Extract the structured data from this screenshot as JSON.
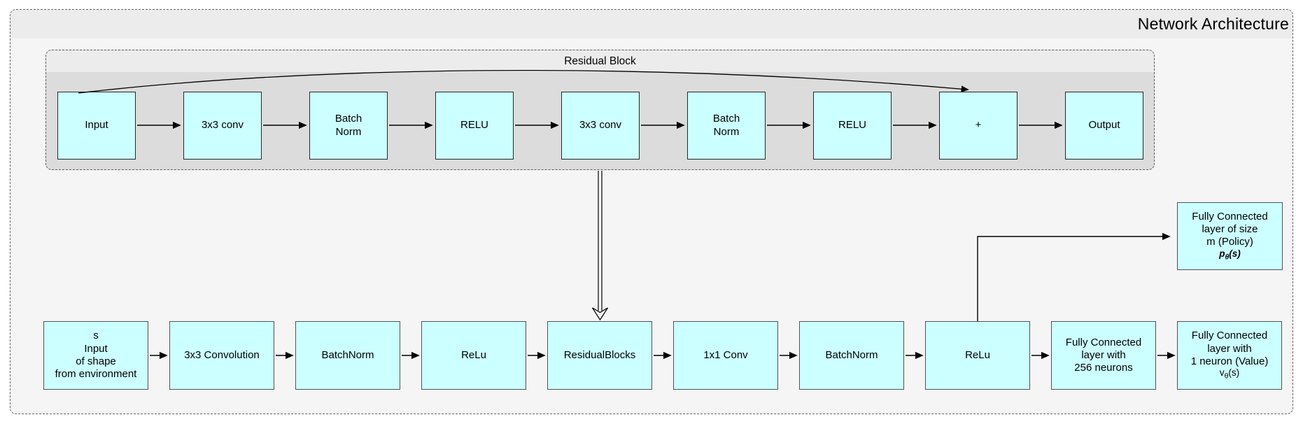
{
  "title": "Network Architecture",
  "residual_block": {
    "label": "Residual Block",
    "boxes": [
      {
        "label": "Input"
      },
      {
        "label": "3x3 conv"
      },
      {
        "label": "Batch\nNorm"
      },
      {
        "label": "RELU"
      },
      {
        "label": "3x3 conv"
      },
      {
        "label": "Batch\nNorm"
      },
      {
        "label": "RELU"
      },
      {
        "label": "+"
      },
      {
        "label": "Output"
      }
    ]
  },
  "main_flow": {
    "boxes": [
      {
        "label": "s\nInput\nof shape\nfrom environment"
      },
      {
        "label": "3x3 Convolution"
      },
      {
        "label": "BatchNorm"
      },
      {
        "label": "ReLu"
      },
      {
        "label": "ResidualBlocks"
      },
      {
        "label": "1x1 Conv"
      },
      {
        "label": "BatchNorm"
      },
      {
        "label": "ReLu"
      },
      {
        "label": "Fully Connected\nlayer with\n256 neurons"
      },
      {
        "label": "Fully Connected\nlayer with\n1 neuron (Value)",
        "formula": {
          "base": "v",
          "sub": "θ",
          "args": "(s)"
        }
      }
    ]
  },
  "policy_head": {
    "label": "Fully Connected\nlayer of size\nm (Policy)",
    "formula": {
      "base": "p",
      "sub": "θ",
      "args": "(s)"
    }
  },
  "colors": {
    "node_fill": "#ccffff",
    "residual_body": "#dcdcdc",
    "header_strip": "#ececec",
    "panel_fill": "#f5f5f5",
    "arrow": "#000000"
  }
}
